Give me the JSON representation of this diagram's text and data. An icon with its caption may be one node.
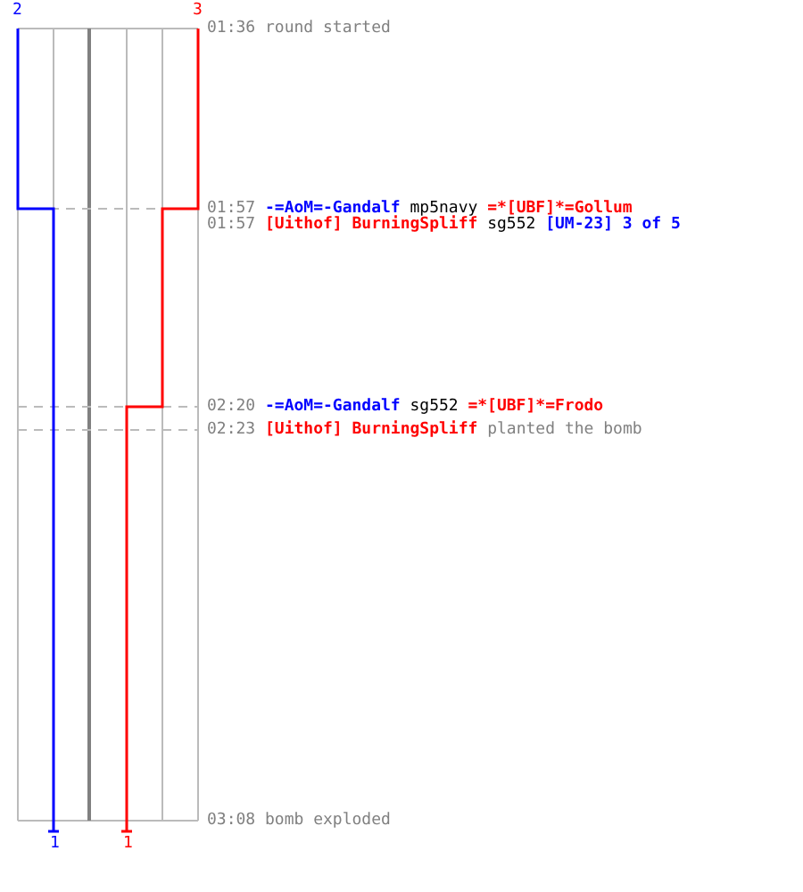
{
  "diagram": {
    "labels": [
      "2",
      "3",
      "01:36",
      "round started",
      "01:57",
      "-=AoM=-Gandalf",
      "mp5navy",
      "=*[UBF]*=Gollum",
      "01:57",
      "[Uithof] BurningSpliff",
      "sg552",
      "[UM-23] 3 of 5",
      "02:20",
      "-=AoM=-Gandalf",
      "sg552",
      "=*[UBF]*=Frodo",
      "02:23",
      "[Uithof] BurningSpliff",
      "planted the bomb",
      "03:08",
      "bomb exploded",
      "1",
      "1"
    ]
  }
}
